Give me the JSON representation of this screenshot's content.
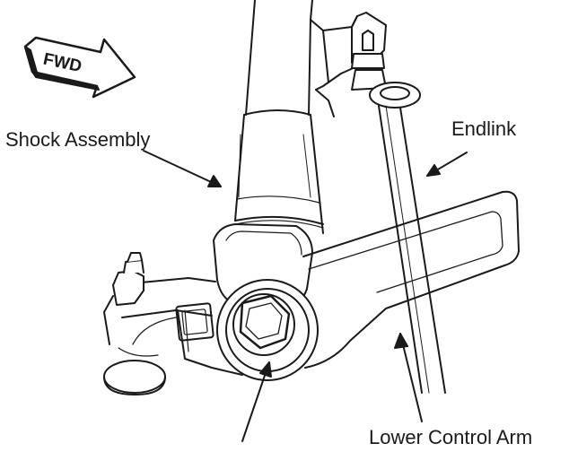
{
  "diagram": {
    "fwd_badge": "FWD",
    "labels": {
      "shock_assembly": "Shock Assembly",
      "endlink": "Endlink",
      "lower_control_arm": "Lower Control Arm"
    },
    "ink_color": "#1a1a1a",
    "background_color": "#ffffff"
  }
}
